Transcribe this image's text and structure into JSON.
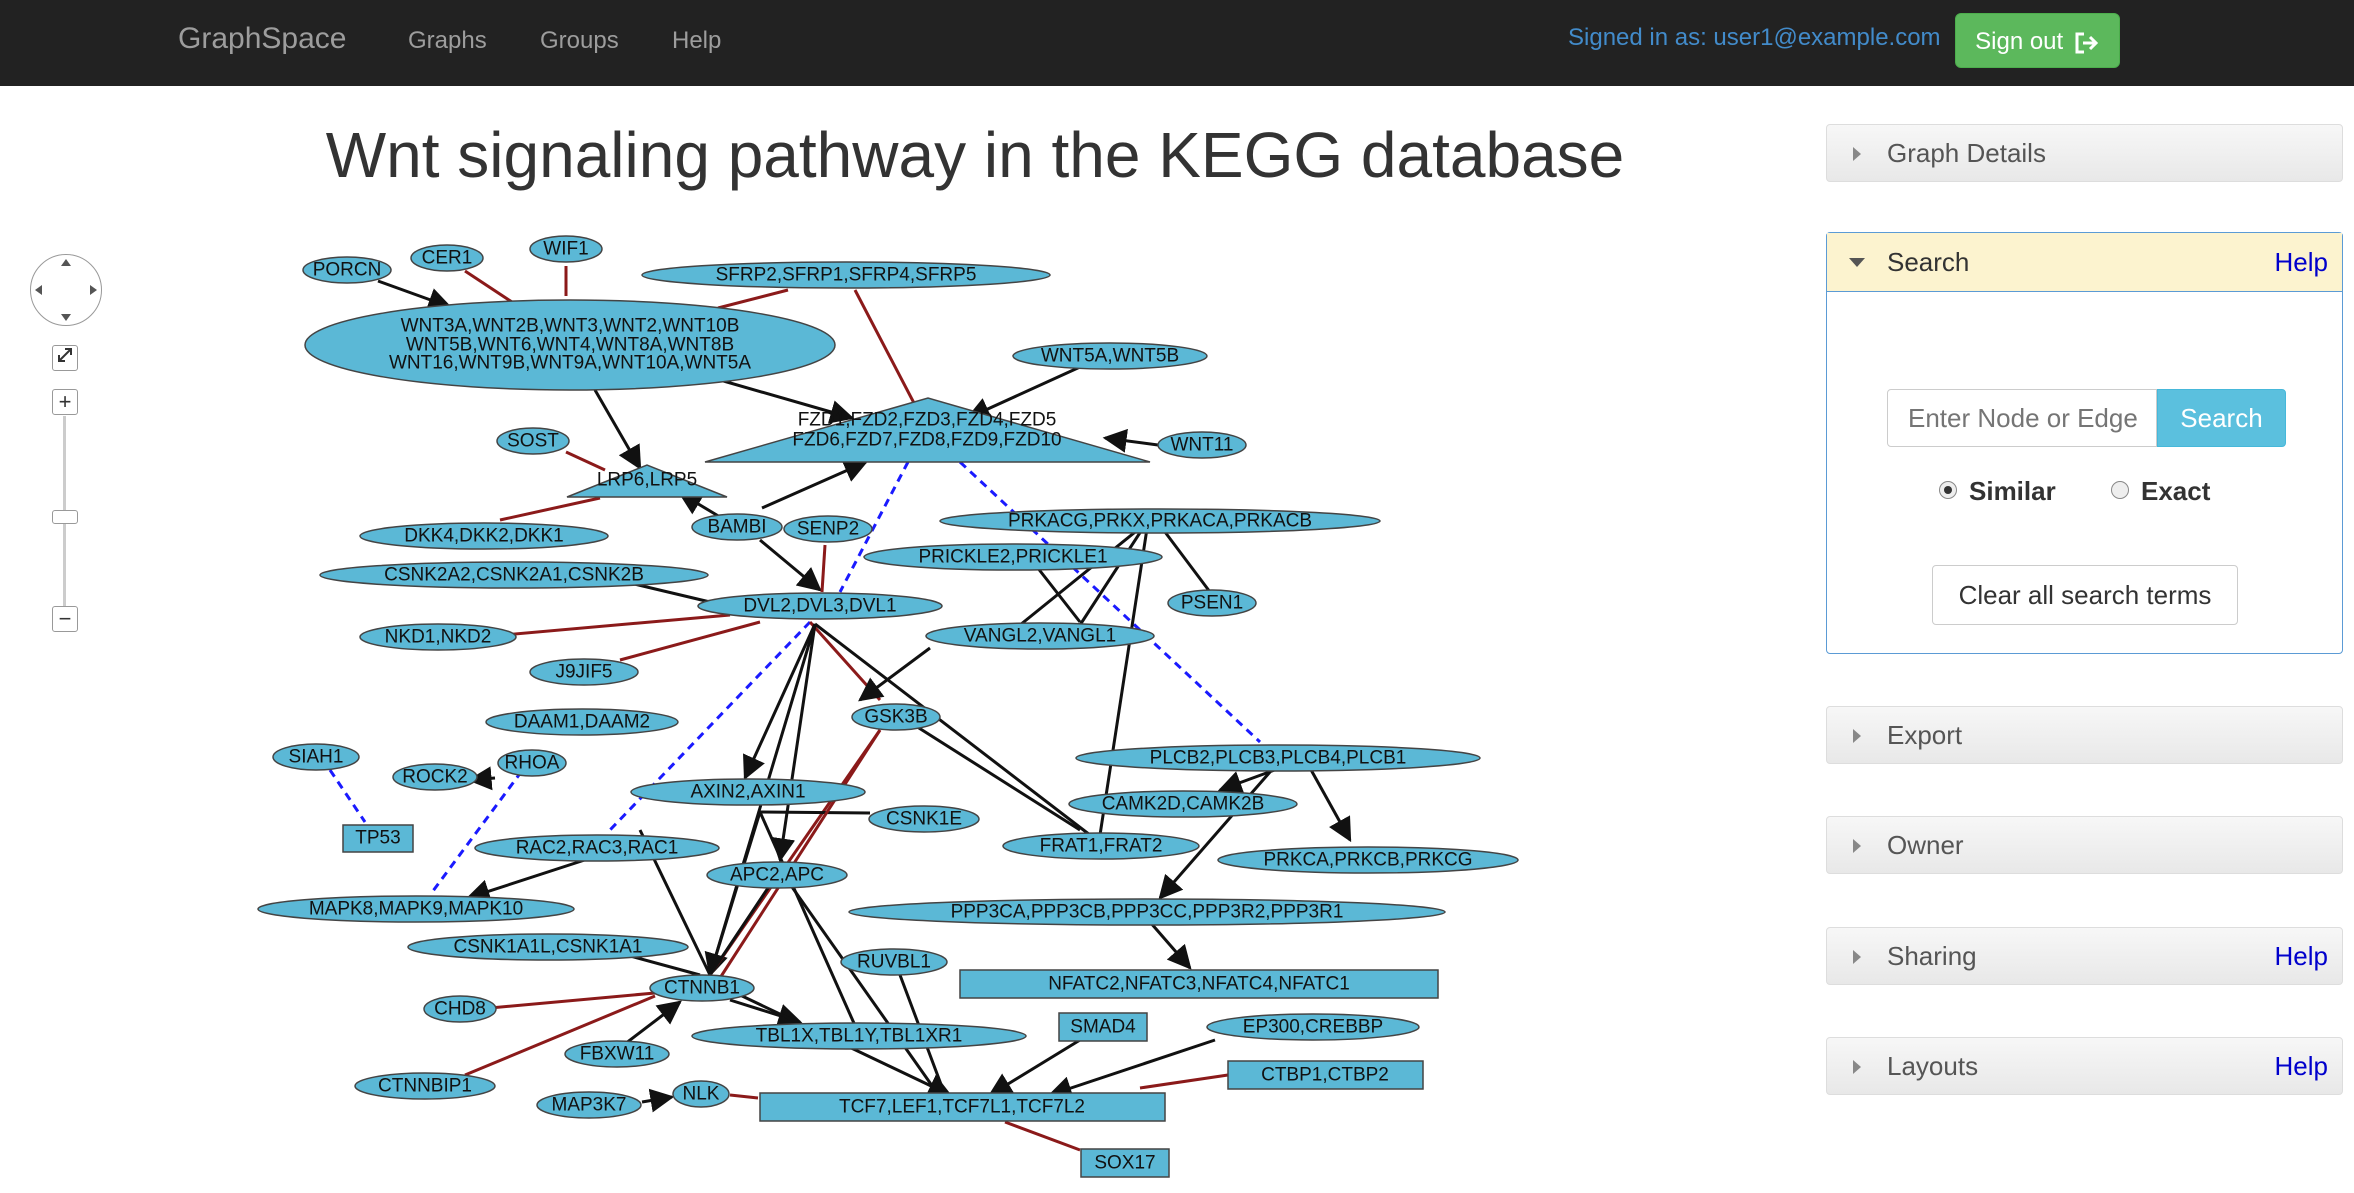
{
  "navbar": {
    "brand": "GraphSpace",
    "links": [
      "Graphs",
      "Groups",
      "Help"
    ],
    "signed_in": "Signed in as: user1@example.com",
    "signout_label": "Sign out"
  },
  "page": {
    "title": "Wnt signaling pathway in the KEGG database"
  },
  "sidebar": {
    "graph_details": "Graph Details",
    "search": {
      "title": "Search",
      "help": "Help",
      "placeholder": "Enter Node or Edge",
      "button": "Search",
      "similar": "Similar",
      "exact": "Exact",
      "clear": "Clear all search terms"
    },
    "export": "Export",
    "owner": "Owner",
    "sharing": "Sharing",
    "sharing_help": "Help",
    "layouts": "Layouts",
    "layouts_help": "Help"
  },
  "graph": {
    "node_color": "#5bb8d6",
    "nodes": {
      "porcn": "PORCN",
      "cer1": "CER1",
      "wif1": "WIF1",
      "sfrp": "SFRP2,SFRP1,SFRP4,SFRP5",
      "wnt_l1": "WNT3A,WNT2B,WNT3,WNT2,WNT10B",
      "wnt_l2": "WNT5B,WNT6,WNT4,WNT8A,WNT8B",
      "wnt_l3": "WNT16,WNT9B,WNT9A,WNT10A,WNT5A",
      "wnt5": "WNT5A,WNT5B",
      "fzd_l1": "FZD1,FZD2,FZD3,FZD4,FZD5",
      "fzd_l2": "FZD6,FZD7,FZD8,FZD9,FZD10",
      "wnt11": "WNT11",
      "sost": "SOST",
      "lrp": "LRP6,LRP5",
      "prkac": "PRKACG,PRKX,PRKACA,PRKACB",
      "dkk": "DKK4,DKK2,DKK1",
      "bambi": "BAMBI",
      "senp2": "SENP2",
      "prickle": "PRICKLE2,PRICKLE1",
      "csnk2": "CSNK2A2,CSNK2A1,CSNK2B",
      "dvl": "DVL2,DVL3,DVL1",
      "psen1": "PSEN1",
      "nkd": "NKD1,NKD2",
      "vangl": "VANGL2,VANGL1",
      "j9jif5": "J9JIF5",
      "daam": "DAAM1,DAAM2",
      "gsk3b": "GSK3B",
      "siah1": "SIAH1",
      "rhoa": "RHOA",
      "rock2": "ROCK2",
      "plcb": "PLCB2,PLCB3,PLCB4,PLCB1",
      "axin": "AXIN2,AXIN1",
      "tp53": "TP53",
      "csnk1e": "CSNK1E",
      "camk2": "CAMK2D,CAMK2B",
      "rac": "RAC2,RAC3,RAC1",
      "frat": "FRAT1,FRAT2",
      "prkc": "PRKCA,PRKCB,PRKCG",
      "apc": "APC2,APC",
      "mapk": "MAPK8,MAPK9,MAPK10",
      "ppp3": "PPP3CA,PPP3CB,PPP3CC,PPP3R2,PPP3R1",
      "csnk1a1": "CSNK1A1L,CSNK1A1",
      "ruvbl1": "RUVBL1",
      "chd8": "CHD8",
      "ctnnb1": "CTNNB1",
      "nfatc": "NFATC2,NFATC3,NFATC4,NFATC1",
      "smad4": "SMAD4",
      "ep300": "EP300,CREBBP",
      "tbl1": "TBL1X,TBL1Y,TBL1XR1",
      "fbxw11": "FBXW11",
      "ctbp": "CTBP1,CTBP2",
      "ctnnbip1": "CTNNBIP1",
      "map3k7": "MAP3K7",
      "nlk": "NLK",
      "tcf": "TCF7,LEF1,TCF7L1,TCF7L2",
      "sox17": "SOX17"
    }
  }
}
